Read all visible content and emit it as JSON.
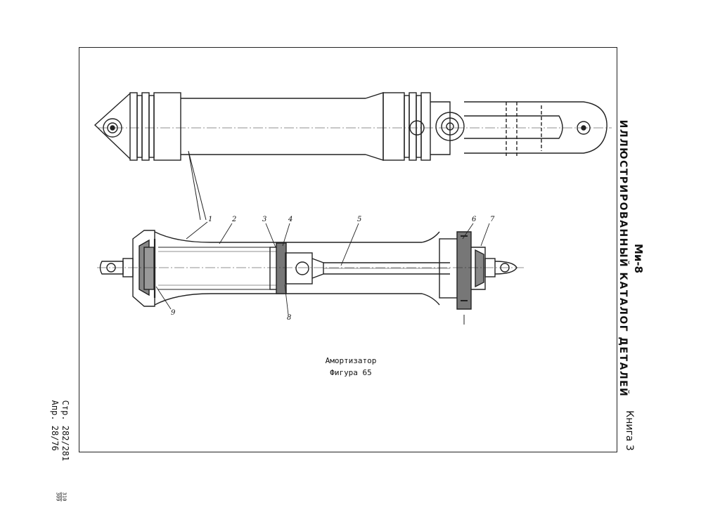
{
  "header": {
    "model": "Ми-8",
    "catalog_title": "ИЛЛЮСТРИРОВАННЫЙ КАТАЛОГ ДЕТАЛЕЙ",
    "book": "Книга 3"
  },
  "footer": {
    "page_ref": "Стр. 282/281",
    "date_ref": "Апр. 28/76",
    "page_num_top": "310",
    "page_num_bottom": "309"
  },
  "figure": {
    "name": "Амортизатор",
    "number": "Фигура 65"
  },
  "callouts": [
    "1",
    "2",
    "3",
    "4",
    "5",
    "6",
    "7",
    "8",
    "9"
  ]
}
